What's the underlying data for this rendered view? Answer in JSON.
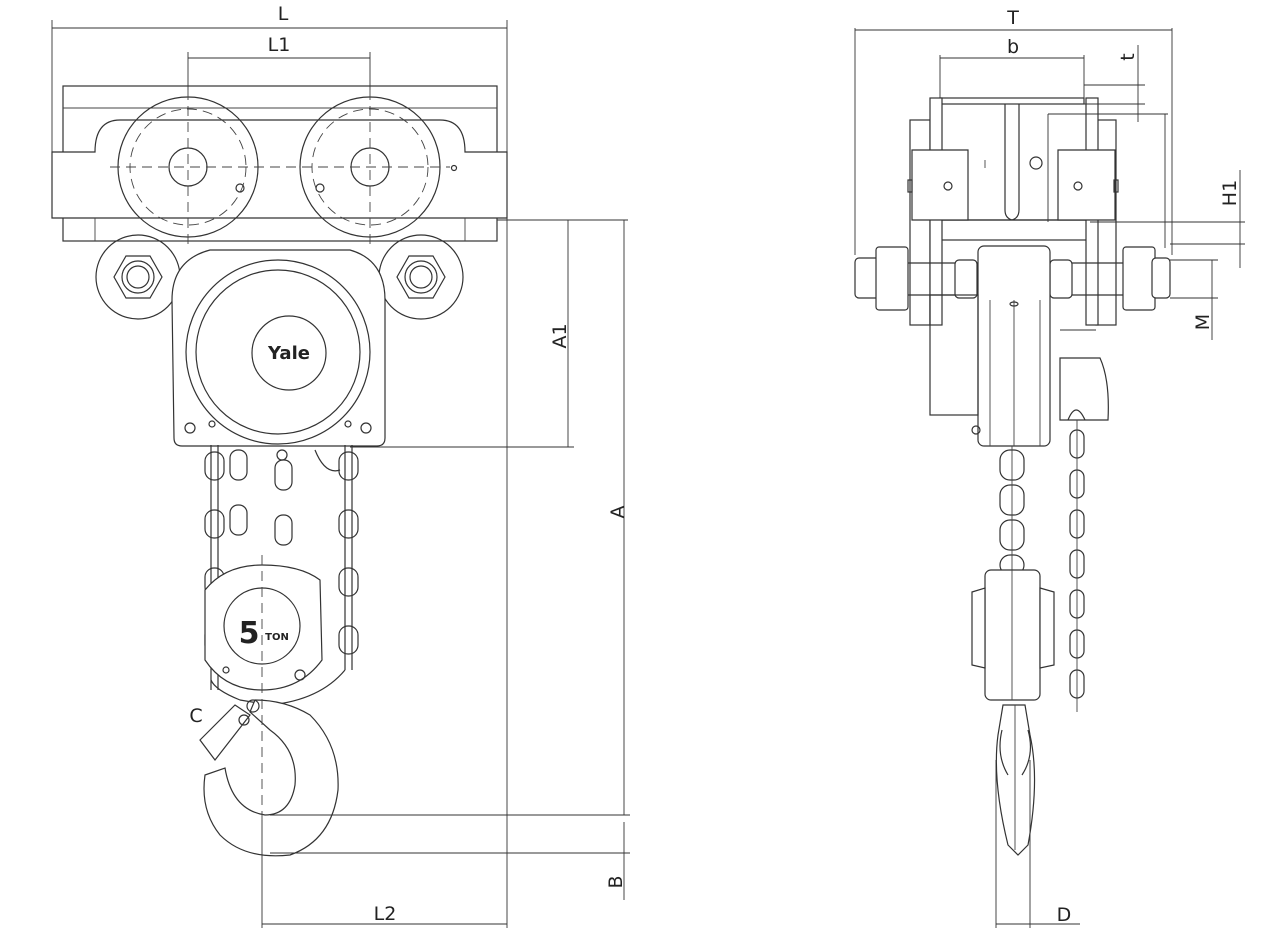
{
  "diagram": {
    "front_view": {
      "dimension_labels": {
        "L": "L",
        "L1": "L1",
        "A1": "A1",
        "A": "A",
        "B": "B",
        "C": "C",
        "L2": "L2"
      },
      "brand_logo": "Yale",
      "capacity_number": "5",
      "capacity_unit": "TON"
    },
    "side_view": {
      "dimension_labels": {
        "T": "T",
        "b": "b",
        "t": "t",
        "H1": "H1",
        "M": "M",
        "D": "D"
      }
    }
  }
}
